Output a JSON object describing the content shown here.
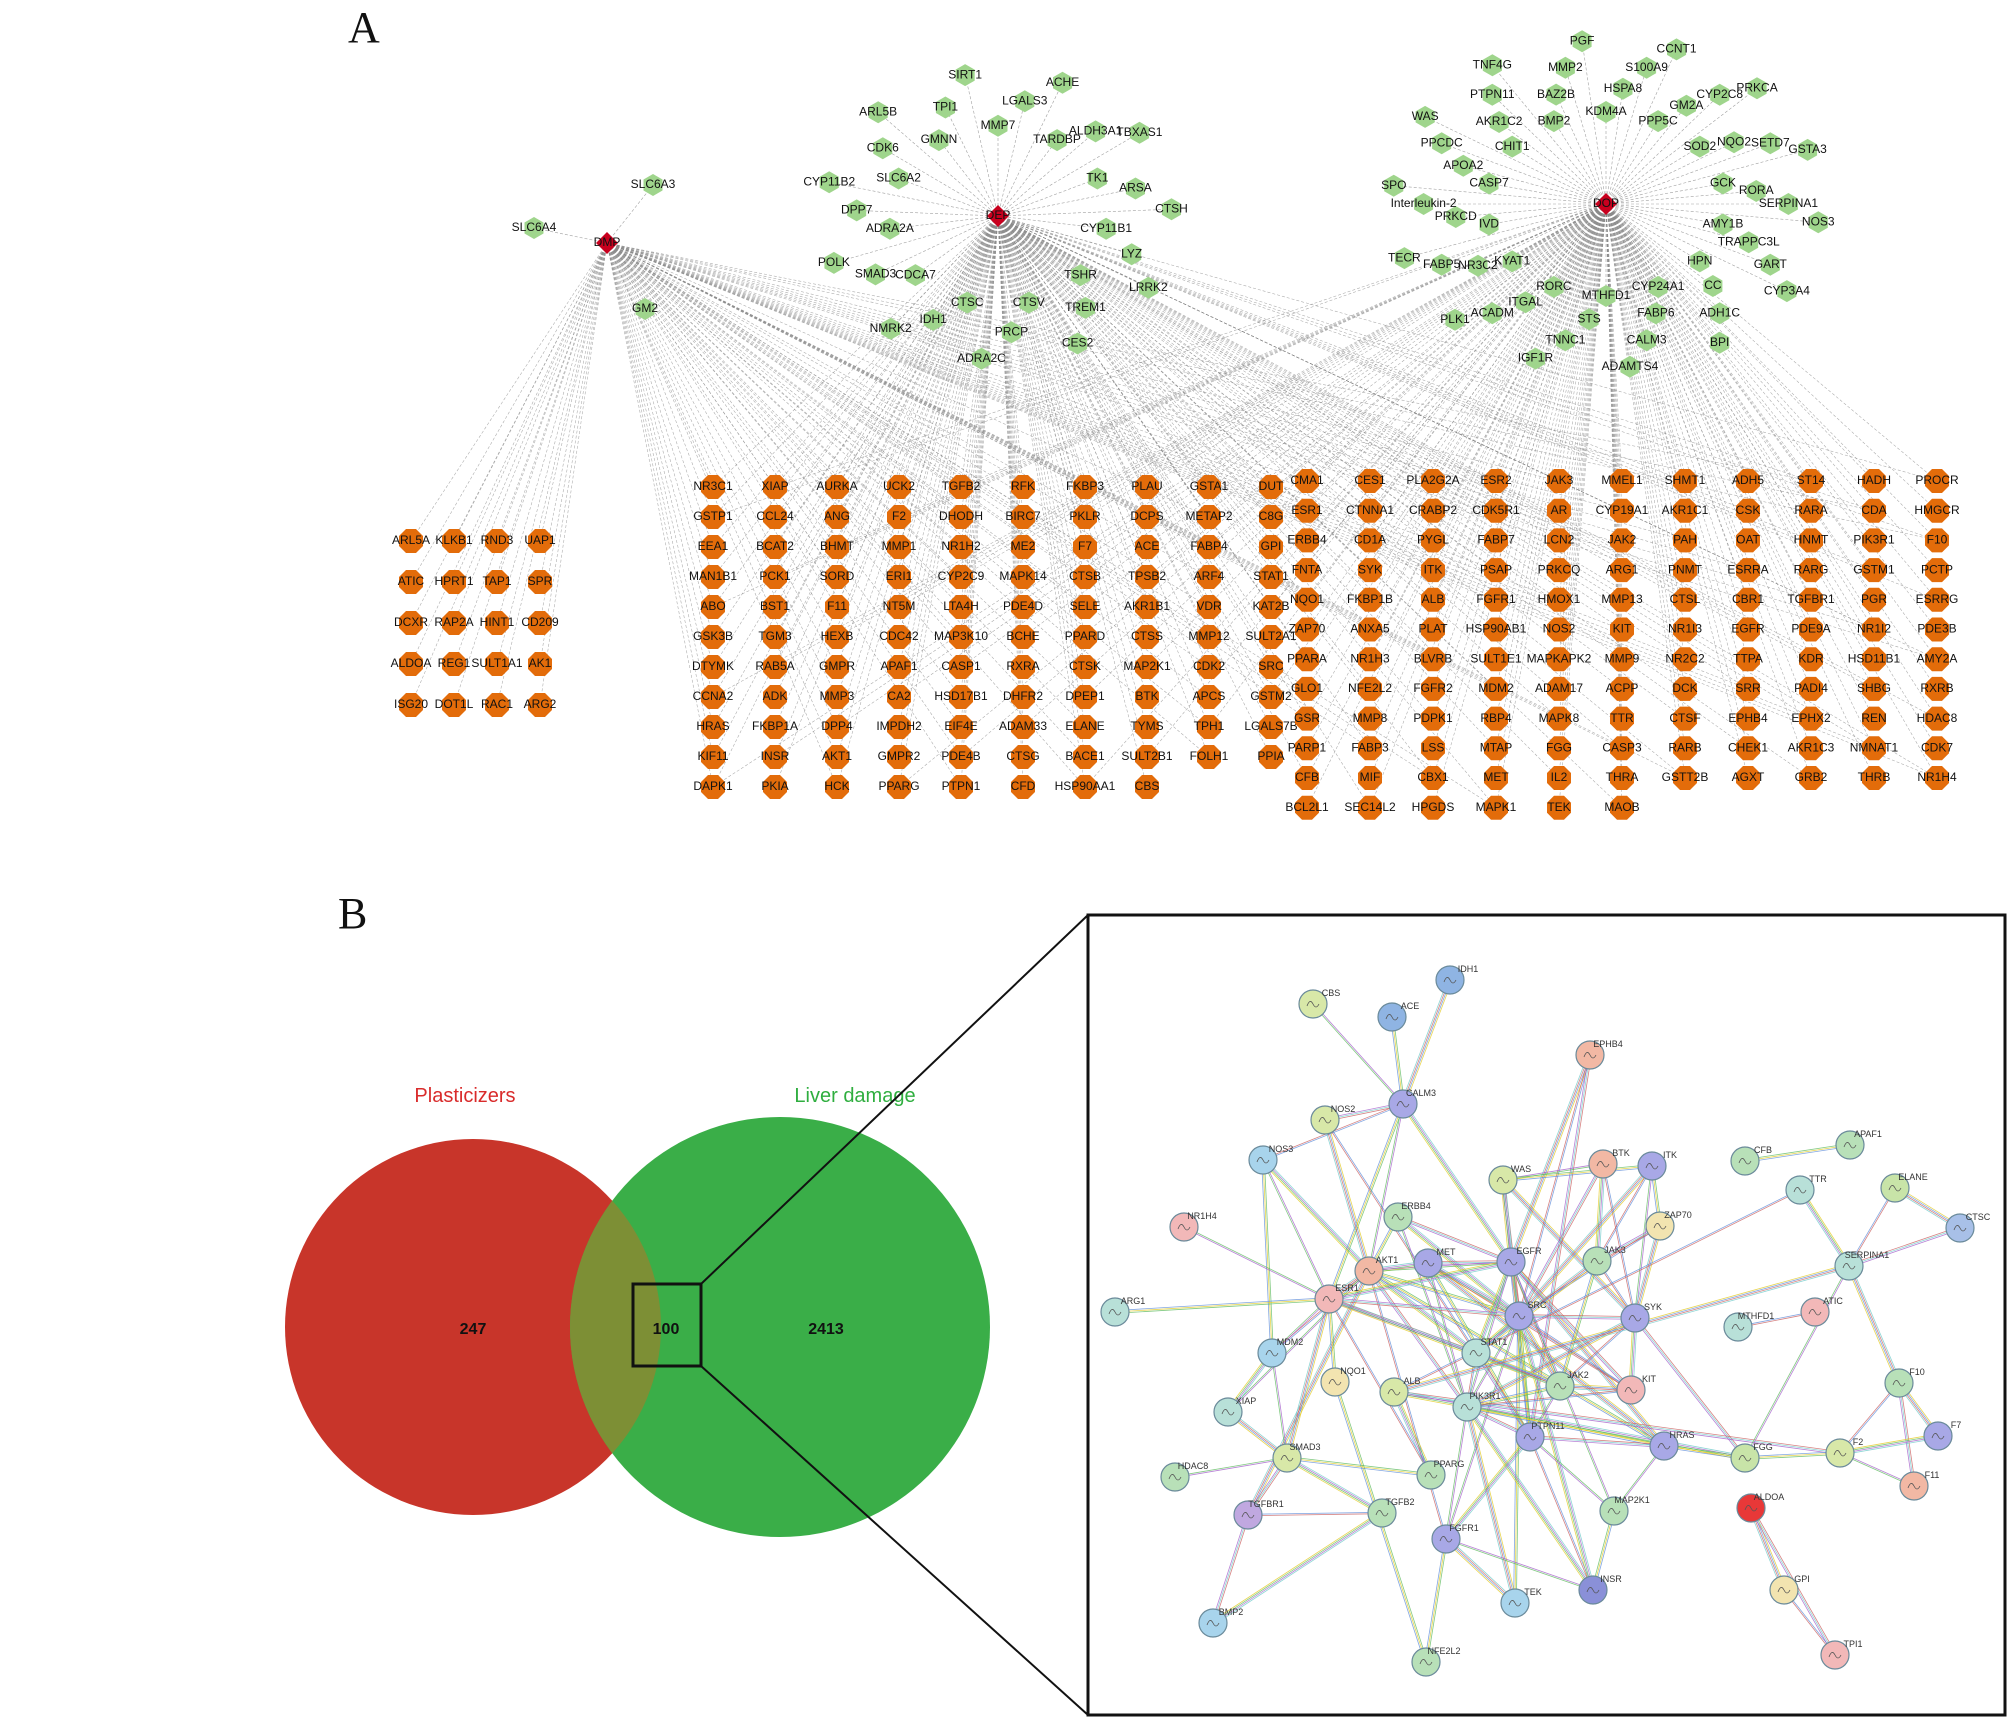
{
  "panels": {
    "a_label": "A",
    "b_label": "B"
  },
  "colors": {
    "drug": "#c8001e",
    "green_node": "#9fd58c",
    "orange_node": "#e36c0a",
    "edge": "#8a8a8a",
    "venn_left": "#c8352a",
    "venn_right": "#3aae48",
    "venn_overlap": "#7d8f35",
    "label_left": "#d92b2b",
    "label_right": "#2fae3f"
  },
  "network": {
    "hubs": [
      "DMP",
      "DEP",
      "DOP"
    ],
    "green": {
      "DMP": [
        "SLC6A3",
        "SLC6A4",
        "GM2"
      ],
      "DEP": [
        "MMP7",
        "LGALS3",
        "ACHE",
        "TARDBP",
        "ALDH3A1",
        "TBXAS1",
        "TK1",
        "ARSA",
        "CTSH",
        "CYP11B1",
        "LYZ",
        "LRRK2",
        "TSHR",
        "TREM1",
        "CES2",
        "CTSV",
        "PRCP",
        "ADRA2C",
        "CTSC",
        "IDH1",
        "NMRK2",
        "CDCA7",
        "SMAD3",
        "POLK",
        "ADRA2A",
        "DPP7",
        "CYP11B2",
        "SLC6A2",
        "CDK6",
        "ARL5B",
        "GMNN",
        "TPI1",
        "SIRT1"
      ],
      "DOP": [
        "KDM4A",
        "HSPA8",
        "S100A9",
        "CCNT1",
        "PPP5C",
        "GM2A",
        "CYP2C8",
        "PRKCA",
        "SOD2",
        "NQO2",
        "SETD7",
        "GSTA3",
        "GCK",
        "RORA",
        "SERPINA1",
        "NOS3",
        "AMY1B",
        "TRAPPC3L",
        "GART",
        "CYP3A4",
        "HPN",
        "CC",
        "ADH1C",
        "BPI",
        "CYP24A1",
        "FABP6",
        "CALM3",
        "ADAMTS4",
        "MTHFD1",
        "STS",
        "TNNC1",
        "IGF1R",
        "RORC",
        "ITGAL",
        "ACADM",
        "PLK1",
        "KYAT1",
        "NR3C2",
        "FABP5",
        "TECR",
        "IVD",
        "PRKCD",
        "Interleukin-2",
        "SPO",
        "CASP7",
        "APOA2",
        "PPCDC",
        "WAS",
        "CHIT1",
        "AKR1C2",
        "PTPN11",
        "TNF4G",
        "BMP2",
        "BAZ2B",
        "MMP2",
        "PGF"
      ]
    },
    "orange_left": [
      "ARL5A",
      "KLKB1",
      "RND3",
      "UAP1",
      "ATIC",
      "HPRT1",
      "TAP1",
      "SPR",
      "DCXR",
      "RAP2A",
      "HINT1",
      "CD209",
      "ALDOA",
      "REG1",
      "SULT1A1",
      "AK1",
      "ISG20",
      "DOT1L",
      "RAC1",
      "ARG2"
    ],
    "orange_mid": [
      "NR3C1",
      "XIAP",
      "AURKA",
      "UCK2",
      "TGFB2",
      "RFK",
      "FKBP3",
      "PLAU",
      "GSTA1",
      "DUT",
      "GSTP1",
      "CCL24",
      "ANG",
      "F2",
      "DHODH",
      "BIRC7",
      "PKLR",
      "DCPS",
      "METAP2",
      "C8G",
      "EEA1",
      "BCAT2",
      "BHMT",
      "MMP1",
      "NR1H2",
      "ME2",
      "F7",
      "ACE",
      "FABP4",
      "GPI",
      "MAN1B1",
      "PCK1",
      "SORD",
      "ERI1",
      "CYP2C9",
      "MAPK14",
      "CTSB",
      "TPSB2",
      "ARF4",
      "STAT1",
      "ABO",
      "BST1",
      "F11",
      "NT5M",
      "LTA4H",
      "PDE4D",
      "SELE",
      "AKR1B1",
      "VDR",
      "KAT2B",
      "GSK3B",
      "TGM3",
      "HEXB",
      "CDC42",
      "MAP3K10",
      "BCHE",
      "PPARD",
      "CTSS",
      "MMP12",
      "SULT2A1",
      "DTYMK",
      "RAB5A",
      "GMPR",
      "APAF1",
      "CASP1",
      "RXRA",
      "CTSK",
      "MAP2K1",
      "CDK2",
      "SRC",
      "CCNA2",
      "ADK",
      "MMP3",
      "CA2",
      "HSD17B1",
      "DHFR2",
      "DPEP1",
      "BTK",
      "APCS",
      "GSTM2",
      "HRAS",
      "FKBP1A",
      "DPP4",
      "IMPDH2",
      "EIF4E",
      "ADAM33",
      "ELANE",
      "TYMS",
      "TPH1",
      "LGALS7B",
      "KIF11",
      "INSR",
      "AKT1",
      "GMPR2",
      "PDE4B",
      "CTSG",
      "BACE1",
      "SULT2B1",
      "FOLH1",
      "PPIA",
      "DAPK1",
      "PKIA",
      "HCK",
      "PPARG",
      "PTPN1",
      "CFD",
      "HSP90AA1",
      "CBS"
    ],
    "orange_right": [
      "CMA1",
      "CES1",
      "PLA2G2A",
      "ESR2",
      "JAK3",
      "MMEL1",
      "SHMT1",
      "ADH5",
      "ST14",
      "HADH",
      "PROCR",
      "ESR1",
      "CTNNA1",
      "CRABP2",
      "CDK5R1",
      "AR",
      "CYP19A1",
      "AKR1C1",
      "CSK",
      "RARA",
      "CDA",
      "HMGCR",
      "ERBB4",
      "CD1A",
      "PYGL",
      "FABP7",
      "LCN2",
      "JAK2",
      "PAH",
      "OAT",
      "HNMT",
      "PIK3R1",
      "F10",
      "FNTA",
      "SYK",
      "ITK",
      "PSAP",
      "PRKCQ",
      "ARG1",
      "PNMT",
      "ESRRA",
      "RARG",
      "GSTM1",
      "PCTP",
      "NQO1",
      "FKBP1B",
      "ALB",
      "FGFR1",
      "HMOX1",
      "MMP13",
      "CTSL",
      "CBR1",
      "TGFBR1",
      "PGR",
      "ESRRG",
      "ZAP70",
      "ANXA5",
      "PLAT",
      "HSP90AB1",
      "NOS2",
      "KIT",
      "NR1I3",
      "EGFR",
      "PDE9A",
      "NR1I2",
      "PDE3B",
      "PPARA",
      "NR1H3",
      "BLVRB",
      "SULT1E1",
      "MAPKAPK2",
      "MMP9",
      "NR2C2",
      "TTPA",
      "KDR",
      "HSD11B1",
      "AMY2A",
      "GLO1",
      "NFE2L2",
      "FGFR2",
      "MDM2",
      "ADAM17",
      "ACPP",
      "DCK",
      "SRR",
      "PADI4",
      "SHBG",
      "RXRB",
      "GSR",
      "MMP8",
      "PDPK1",
      "RBP4",
      "MAPK8",
      "TTR",
      "CTSF",
      "EPHB4",
      "EPHX2",
      "REN",
      "HDAC8",
      "PARP1",
      "FABP3",
      "LSS",
      "MTAP",
      "FGG",
      "CASP3",
      "RARB",
      "CHEK1",
      "AKR1C3",
      "NMNAT1",
      "CDK7",
      "CFB",
      "MIF",
      "CBX1",
      "MET",
      "IL2",
      "THRA",
      "GSTT2B",
      "AGXT",
      "GRB2",
      "THRB",
      "NR1H4",
      "BCL2L1",
      "SEC14L2",
      "HPGDS",
      "MAPK1",
      "TEK",
      "MAOB"
    ]
  },
  "venn": {
    "left_label": "Plasticizers",
    "right_label": "Liver damage",
    "left_only": "247",
    "overlap": "100",
    "right_only": "2413"
  },
  "ppi": {
    "nodes": [
      {
        "name": "IDH1",
        "color": "#8fb4e3"
      },
      {
        "name": "CBS",
        "color": "#d8e8a8"
      },
      {
        "name": "ACE",
        "color": "#8fb4e3"
      },
      {
        "name": "EPHB4",
        "color": "#f2b8a4"
      },
      {
        "name": "CALM3",
        "color": "#a8a8e6"
      },
      {
        "name": "NOS2",
        "color": "#d8e8a8"
      },
      {
        "name": "NOS3",
        "color": "#a8d4ec"
      },
      {
        "name": "WAS",
        "color": "#d8e8a8"
      },
      {
        "name": "BTK",
        "color": "#f2b8a4"
      },
      {
        "name": "ITK",
        "color": "#a8a8e6"
      },
      {
        "name": "CFB",
        "color": "#b8e0b8"
      },
      {
        "name": "APAF1",
        "color": "#b8e0b8"
      },
      {
        "name": "ERBB4",
        "color": "#b8e0b8"
      },
      {
        "name": "ZAP70",
        "color": "#f2e4b0"
      },
      {
        "name": "TTR",
        "color": "#b8e0d8"
      },
      {
        "name": "ELANE",
        "color": "#c8e4a8"
      },
      {
        "name": "CTSC",
        "color": "#a8c0e8"
      },
      {
        "name": "NR1H4",
        "color": "#f2b8b8"
      },
      {
        "name": "AKT1",
        "color": "#f2b8a4"
      },
      {
        "name": "MET",
        "color": "#a8a8e6"
      },
      {
        "name": "EGFR",
        "color": "#a8a8e6"
      },
      {
        "name": "JAK3",
        "color": "#b8e0b8"
      },
      {
        "name": "SERPINA1",
        "color": "#b8e0d8"
      },
      {
        "name": "ARG1",
        "color": "#b8e0d8"
      },
      {
        "name": "ESR1",
        "color": "#f2b8b8"
      },
      {
        "name": "SRC",
        "color": "#a8a8e6"
      },
      {
        "name": "SYK",
        "color": "#a8a8e6"
      },
      {
        "name": "MTHFD1",
        "color": "#b8e0d8"
      },
      {
        "name": "ATIC",
        "color": "#f2b8b8"
      },
      {
        "name": "STAT1",
        "color": "#b8e0d8"
      },
      {
        "name": "MDM2",
        "color": "#a8d4ec"
      },
      {
        "name": "NQO1",
        "color": "#f2e4b0"
      },
      {
        "name": "ALB",
        "color": "#d8e8a8"
      },
      {
        "name": "JAK2",
        "color": "#b8e0b8"
      },
      {
        "name": "KIT",
        "color": "#f2b8b8"
      },
      {
        "name": "PIK3R1",
        "color": "#b8e0d8"
      },
      {
        "name": "XIAP",
        "color": "#b8e0d8"
      },
      {
        "name": "PTPN11",
        "color": "#a8a8e6"
      },
      {
        "name": "F10",
        "color": "#b8e0b8"
      },
      {
        "name": "HRAS",
        "color": "#a8a8e6"
      },
      {
        "name": "FGG",
        "color": "#c8e4a8"
      },
      {
        "name": "F7",
        "color": "#a8a8e6"
      },
      {
        "name": "F2",
        "color": "#d8e8a8"
      },
      {
        "name": "F11",
        "color": "#f2b8a4"
      },
      {
        "name": "SMAD3",
        "color": "#d8e8a8"
      },
      {
        "name": "HDAC8",
        "color": "#b8e0b8"
      },
      {
        "name": "PPARG",
        "color": "#b8e0b8"
      },
      {
        "name": "MAP2K1",
        "color": "#b8e0b8"
      },
      {
        "name": "ALDOA",
        "color": "#e83838"
      },
      {
        "name": "TGFBR1",
        "color": "#c0a8e0"
      },
      {
        "name": "TGFB2",
        "color": "#b8e0b8"
      },
      {
        "name": "FGFR1",
        "color": "#a8a8e6"
      },
      {
        "name": "INSR",
        "color": "#8a90d8"
      },
      {
        "name": "TEK",
        "color": "#a8d4ec"
      },
      {
        "name": "GPI",
        "color": "#f2e4b0"
      },
      {
        "name": "BMP2",
        "color": "#a8d4ec"
      },
      {
        "name": "NFE2L2",
        "color": "#b8e0b8"
      },
      {
        "name": "TPI1",
        "color": "#f2b8b8"
      }
    ]
  }
}
